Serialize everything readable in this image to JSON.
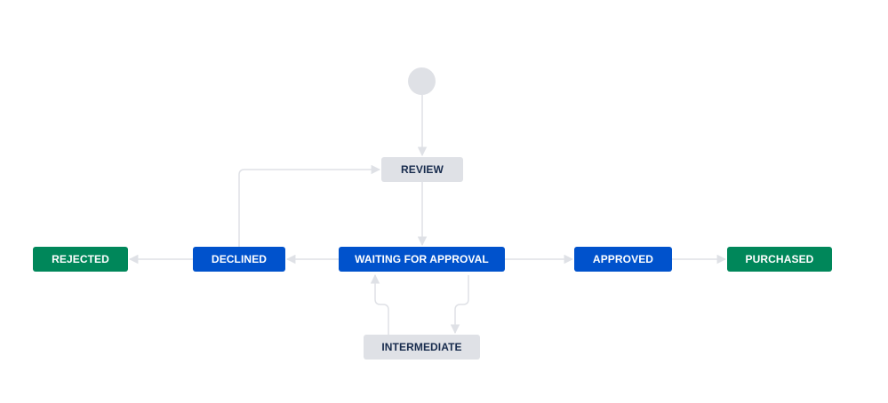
{
  "colors": {
    "todo": "#dfe1e6",
    "in_progress": "#0052cc",
    "done": "#00875a",
    "connector": "#dfe1e6",
    "todo_text": "#172b4d",
    "status_text": "#ffffff"
  },
  "workflow": {
    "statuses": {
      "review": "REVIEW",
      "rejected": "REJECTED",
      "declined": "DECLINED",
      "waiting": "WAITING FOR APPROVAL",
      "approved": "APPROVED",
      "purchased": "PURCHASED",
      "intermediate": "INTERMEDIATE"
    },
    "transitions": [
      {
        "from": "start",
        "to": "review"
      },
      {
        "from": "review",
        "to": "waiting"
      },
      {
        "from": "waiting",
        "to": "declined"
      },
      {
        "from": "declined",
        "to": "rejected"
      },
      {
        "from": "declined",
        "to": "review"
      },
      {
        "from": "waiting",
        "to": "approved"
      },
      {
        "from": "approved",
        "to": "purchased"
      },
      {
        "from": "waiting",
        "to": "intermediate"
      },
      {
        "from": "intermediate",
        "to": "waiting"
      }
    ]
  }
}
